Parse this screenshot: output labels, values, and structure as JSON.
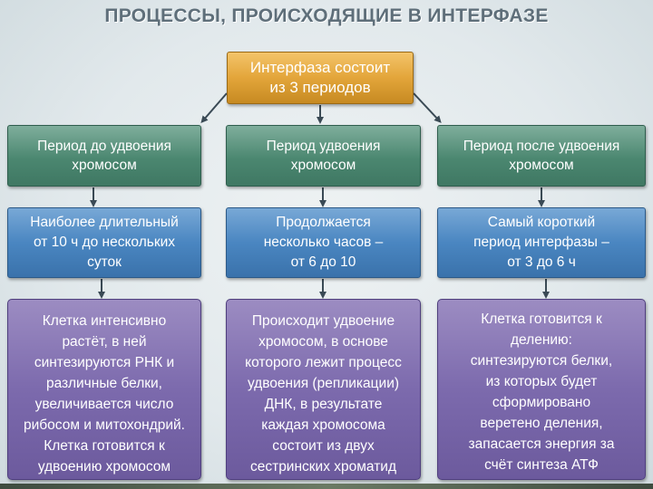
{
  "title": "ПРОЦЕССЫ, ПРОИСХОДЯЩИЕ В ИНТЕРФАЗЕ",
  "root": {
    "text": "Интерфаза состоит\nиз 3 периодов"
  },
  "columns": [
    {
      "period": "Период до удвоения\nхромосом",
      "duration": "Наиболее длительный\nот 10 ч до нескольких\nсуток",
      "description": "Клетка интенсивно\nрастёт, в ней\nсинтезируются РНК и\nразличные белки,\nувеличивается число\nрибосом и митохондрий.\nКлетка готовится к\nудвоению хромосом"
    },
    {
      "period": "Период удвоения\nхромосом",
      "duration": "Продолжается\nнесколько часов –\nот 6 до 10",
      "description": "Происходит удвоение\nхромосом, в основе\nкоторого лежит процесс\nудвоения (репликации)\nДНК, в результате\nкаждая хромосома\nсостоит из двух\nсестринских хроматид"
    },
    {
      "period": "Период после удвоения\nхромосом",
      "duration": "Самый короткий\nпериод интерфазы –\nот 3 до 6 ч",
      "description": "Клетка готовится к\nделению:\nсинтезируются белки,\nиз которых будет\nсформировано\nверетено деления,\nзапасается энергия за\nсчёт синтеза АТФ"
    }
  ],
  "colors": {
    "root": "#e3a53a",
    "period": "#4b8770",
    "duration": "#4a86c1",
    "description": "#7c6aad",
    "arrow": "#3a4a55"
  }
}
